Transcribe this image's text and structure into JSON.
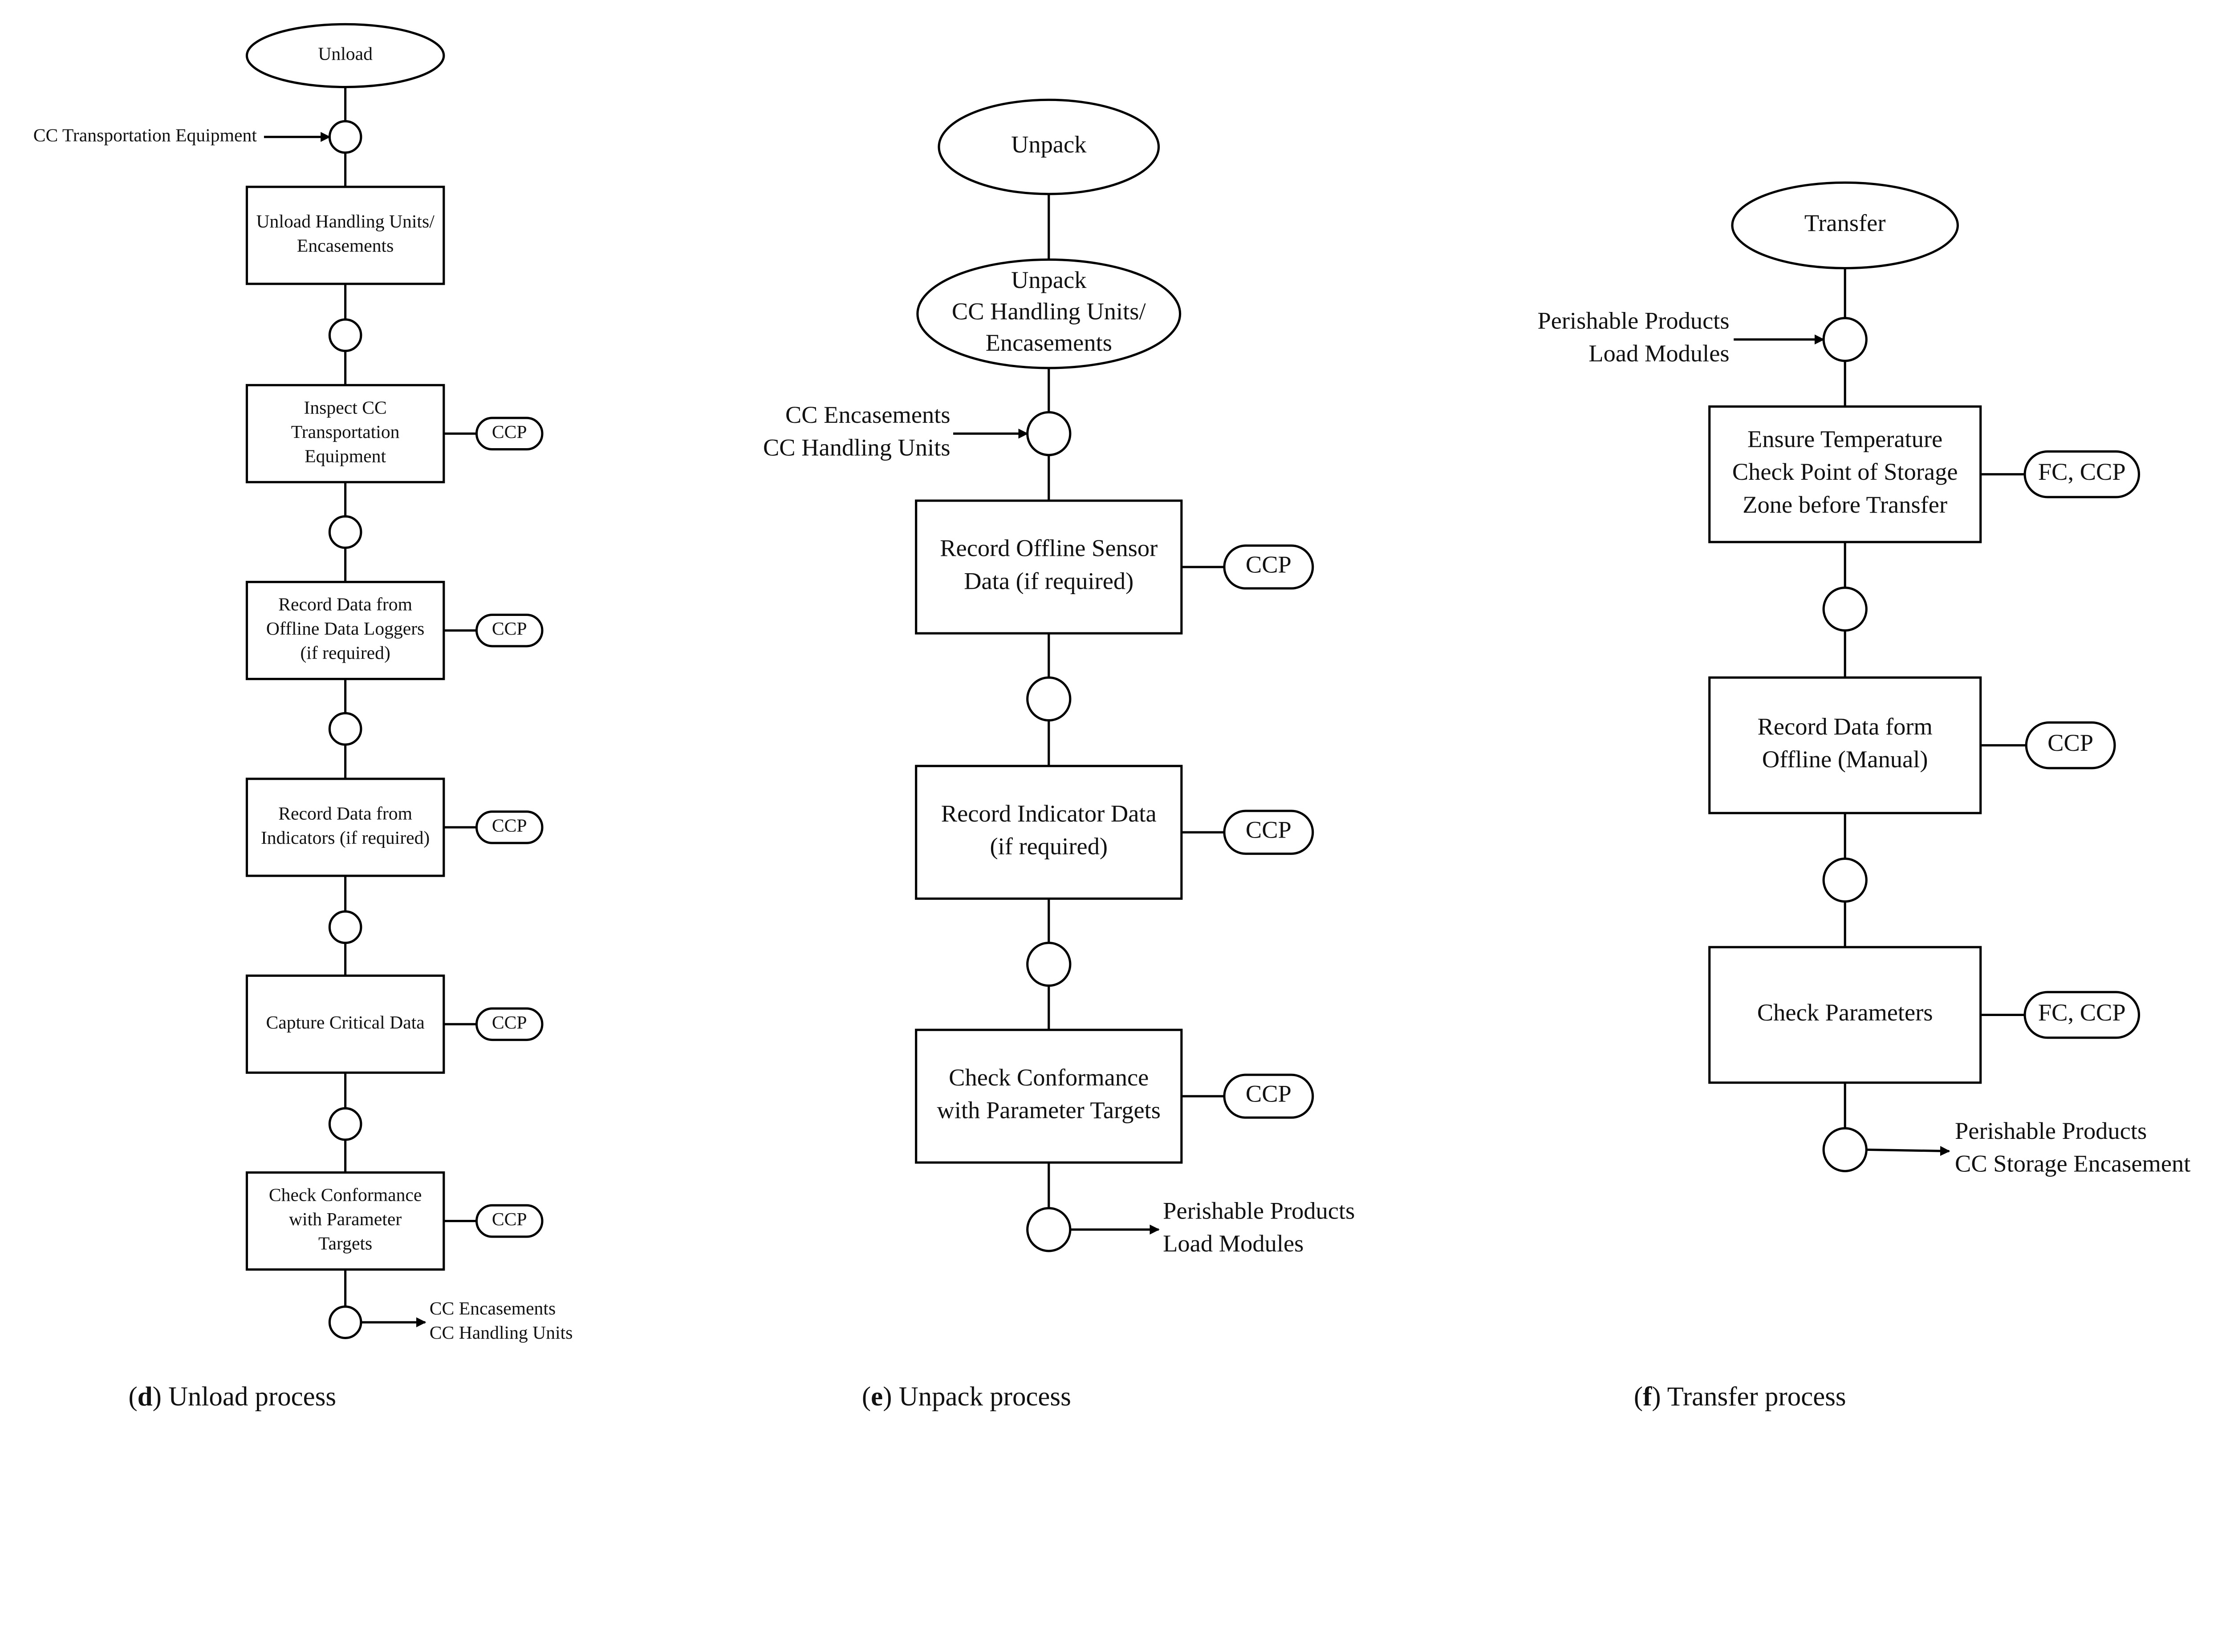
{
  "panels": [
    {
      "id": "d",
      "start": "Unload",
      "input": [
        "CC Transportation Equipment"
      ],
      "steps": [
        {
          "label": [
            "Unload Handling Units/",
            "Encasements"
          ],
          "tag": ""
        },
        {
          "label": [
            "Inspect CC",
            "Transportation",
            "Equipment"
          ],
          "tag": "CCP"
        },
        {
          "label": [
            "Record Data from",
            "Offline Data Loggers",
            "(if required)"
          ],
          "tag": "CCP"
        },
        {
          "label": [
            "Record Data from",
            "Indicators (if required)"
          ],
          "tag": "CCP"
        },
        {
          "label": [
            "Capture Critical Data"
          ],
          "tag": "CCP"
        },
        {
          "label": [
            "Check Conformance",
            "with Parameter",
            "Targets"
          ],
          "tag": "CCP"
        }
      ],
      "output": [
        "CC Encasements",
        "CC Handling Units"
      ],
      "caption_letter": "d",
      "caption": " Unload process"
    },
    {
      "id": "e",
      "start": "Unpack",
      "start2": [
        "Unpack",
        "CC Handling Units/",
        "Encasements"
      ],
      "input": [
        "CC Encasements",
        "CC Handling Units"
      ],
      "steps": [
        {
          "label": [
            "Record Offline Sensor",
            "Data (if required)"
          ],
          "tag": "CCP"
        },
        {
          "label": [
            "Record Indicator Data",
            "(if required)"
          ],
          "tag": "CCP"
        },
        {
          "label": [
            "Check Conformance",
            "with Parameter Targets"
          ],
          "tag": "CCP"
        }
      ],
      "output": [
        "Perishable Products",
        "Load Modules"
      ],
      "caption_letter": "e",
      "caption": " Unpack process"
    },
    {
      "id": "f",
      "start": "Transfer",
      "input": [
        "Perishable Products",
        "Load Modules"
      ],
      "steps": [
        {
          "label": [
            "Ensure Temperature",
            "Check Point of Storage",
            "Zone before Transfer"
          ],
          "tag": "FC, CCP"
        },
        {
          "label": [
            "Record Data form",
            "Offline (Manual)"
          ],
          "tag": "CCP"
        },
        {
          "label": [
            "Check Parameters"
          ],
          "tag": "FC, CCP"
        }
      ],
      "output": [
        "Perishable Products",
        "CC Storage Encasement"
      ],
      "caption_letter": "f",
      "caption": " Transfer process"
    }
  ]
}
